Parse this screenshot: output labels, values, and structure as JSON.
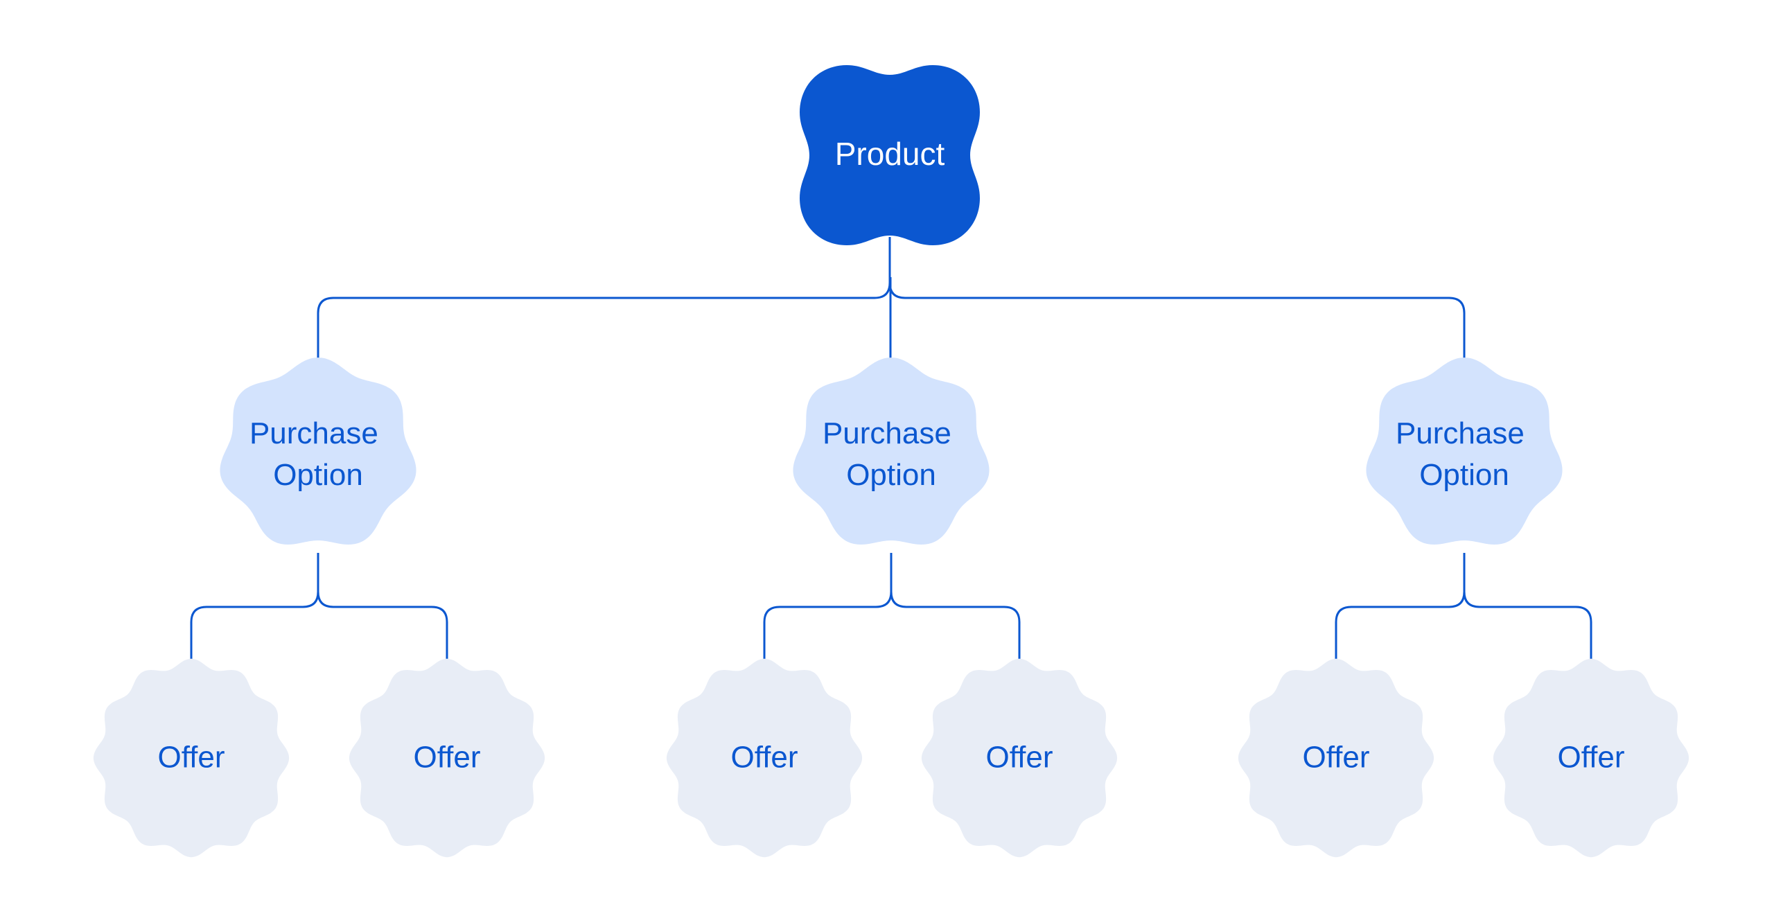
{
  "colors": {
    "product_fill": "#0b57d0",
    "product_text": "#ffffff",
    "option_fill": "#d3e3fd",
    "offer_fill": "#e8edf6",
    "node_text": "#0b57d0",
    "connector": "#0b57d0"
  },
  "product": {
    "label": "Product"
  },
  "purchase_options": [
    {
      "lines": [
        "Purchase",
        "Option"
      ],
      "offers": [
        {
          "label": "Offer"
        },
        {
          "label": "Offer"
        }
      ]
    },
    {
      "lines": [
        "Purchase",
        "Option"
      ],
      "offers": [
        {
          "label": "Offer"
        },
        {
          "label": "Offer"
        }
      ]
    },
    {
      "lines": [
        "Purchase",
        "Option"
      ],
      "offers": [
        {
          "label": "Offer"
        },
        {
          "label": "Offer"
        }
      ]
    }
  ]
}
